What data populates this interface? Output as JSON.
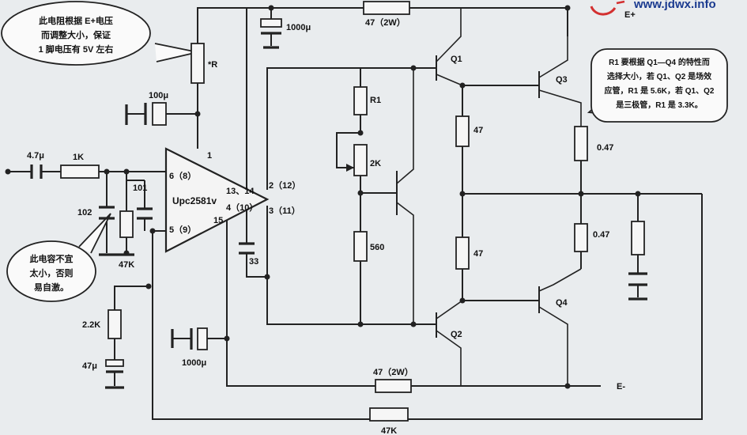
{
  "watermark": {
    "url": "www.jdwx.info"
  },
  "notes": {
    "top_left": [
      "此电阻根据 E+电压",
      "而调整大小，保证",
      "1 脚电压有 5V 左右"
    ],
    "left_cap": [
      "此电容不宜",
      "太小，否则",
      "易自激。"
    ],
    "right": [
      "R1 要根据 Q1—Q4 的特性而",
      "选择大小，若 Q1、Q2 是场效",
      "应管，R1 是 5.6K，若 Q1、Q2",
      "是三极管，R1 是 3.3K。"
    ]
  },
  "labels": {
    "c_in": "4.7μ",
    "r_in": "1K",
    "c_102": "102",
    "c_101": "101",
    "r_47k_left": "47K",
    "r_star": "*R",
    "c_100u": "100μ",
    "c_1000u_top": "1000μ",
    "r_top_47": "47（2W）",
    "ic_name": "Upc2581v",
    "pin_6": "6（8）",
    "pin_5": "5（9）",
    "pin_1": "1",
    "pin_13_14": "13、14",
    "pin_4": "4（10）",
    "pin_15": "15",
    "pin_2": "2（12）",
    "pin_3": "3（11）",
    "c_33": "33",
    "r1": "R1",
    "pot_2k": "2K",
    "r_560": "560",
    "q1": "Q1",
    "q2": "Q2",
    "q3": "Q3",
    "q4": "Q4",
    "r_47_upper": "47",
    "r_47_lower": "47",
    "r_047_upper": "0.47",
    "r_047_lower": "0.47",
    "r_2k2": "2.2K",
    "c_47u": "47μ",
    "c_1000u_bottom": "1000μ",
    "r_bottom_47": "47（2W）",
    "r_bottom_47k": "47K",
    "e_plus": "E+",
    "e_minus": "E-"
  },
  "colors": {
    "background": "#e9ecee",
    "ink": "#222222",
    "watermark": "#1a3a8f",
    "logo_red": "#d33030"
  }
}
